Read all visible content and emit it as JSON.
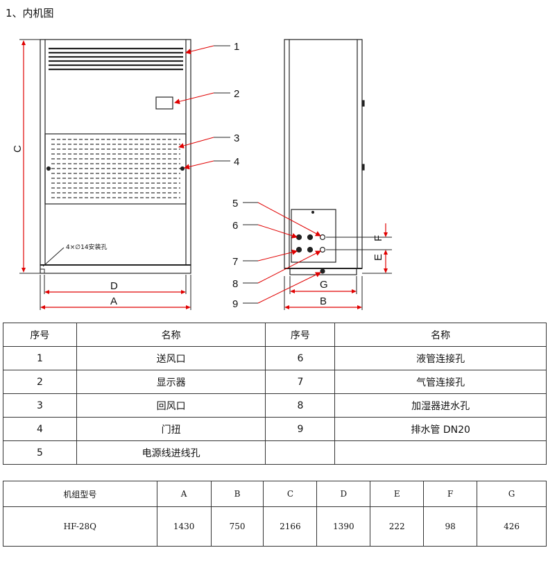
{
  "heading": "1、内机图",
  "drawing": {
    "callouts": [
      "1",
      "2",
      "3",
      "4",
      "5",
      "6",
      "7",
      "8",
      "9"
    ],
    "dims_front": [
      "A",
      "D",
      "C"
    ],
    "dims_side": [
      "B",
      "G",
      "E",
      "F"
    ],
    "mount_note": "4×∅14安装孔"
  },
  "parts_table": {
    "headers": [
      "序号",
      "名称",
      "序号",
      "名称"
    ],
    "rows": [
      [
        "1",
        "送风口",
        "6",
        "液管连接孔"
      ],
      [
        "2",
        "显示器",
        "7",
        "气管连接孔"
      ],
      [
        "3",
        "回风口",
        "8",
        "加湿器进水孔"
      ],
      [
        "4",
        "门扭",
        "9",
        "排水管 DN20"
      ],
      [
        "5",
        "电源线进线孔",
        "",
        ""
      ]
    ]
  },
  "dims_table": {
    "headers": [
      "机组型号",
      "A",
      "B",
      "C",
      "D",
      "E",
      "F",
      "G"
    ],
    "values": [
      "HF-28Q",
      "1430",
      "750",
      "2166",
      "1390",
      "222",
      "98",
      "426"
    ]
  }
}
